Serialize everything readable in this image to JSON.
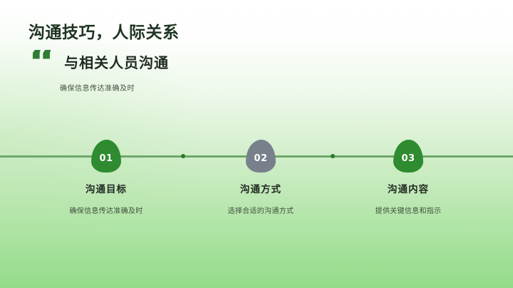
{
  "slide": {
    "title": "沟通技巧，人际关系",
    "quote": {
      "icon": "double-quote-marks",
      "icon_glyph": "“",
      "heading": "与相关人员沟通",
      "subtext": "确保信息传达准确及时"
    },
    "timeline": {
      "items": [
        {
          "number": "01",
          "label": "沟通目标",
          "description": "确保信息传达准确及时",
          "accent": "#2e8b2f"
        },
        {
          "number": "02",
          "label": "沟通方式",
          "description": "选择合适的沟通方式",
          "accent": "#78808c"
        },
        {
          "number": "03",
          "label": "沟通内容",
          "description": "提供关键信息和指示",
          "accent": "#2e8b2f"
        }
      ],
      "connector_color": "#6fa76b",
      "dot_color": "#2b7a2b"
    },
    "colors": {
      "title_text": "#1f3322",
      "heading_text": "#1f2a22",
      "accent_green": "#2e7d32",
      "background_top": "#ffffff",
      "background_bottom": "#93db89"
    }
  }
}
